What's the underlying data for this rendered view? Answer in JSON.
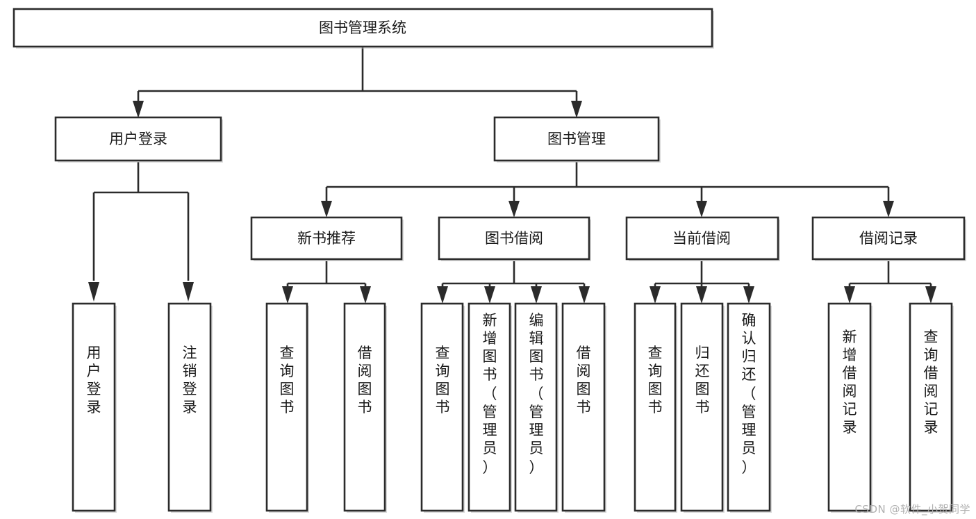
{
  "diagram": {
    "type": "tree-hierarchy",
    "orientation": "top-down",
    "root": {
      "id": "root",
      "label": "图书管理系统"
    },
    "level2": [
      {
        "id": "user-login",
        "label": "用户登录"
      },
      {
        "id": "book-management",
        "label": "图书管理"
      }
    ],
    "level3": [
      {
        "id": "new-book-recommend",
        "label": "新书推荐",
        "parent": "book-management"
      },
      {
        "id": "book-borrow",
        "label": "图书借阅",
        "parent": "book-management"
      },
      {
        "id": "current-borrow",
        "label": "当前借阅",
        "parent": "book-management"
      },
      {
        "id": "borrow-record",
        "label": "借阅记录",
        "parent": "book-management"
      }
    ],
    "leaves": [
      {
        "id": "leaf-user-login",
        "label": "用户登录",
        "parent": "user-login"
      },
      {
        "id": "leaf-logout-login",
        "label": "注销登录",
        "parent": "user-login"
      },
      {
        "id": "leaf-query-book-1",
        "label": "查询图书",
        "parent": "new-book-recommend"
      },
      {
        "id": "leaf-borrow-book-1",
        "label": "借阅图书",
        "parent": "new-book-recommend"
      },
      {
        "id": "leaf-query-book-2",
        "label": "查询图书",
        "parent": "book-borrow"
      },
      {
        "id": "leaf-add-book",
        "label": "新增图书（管理员）",
        "parent": "book-borrow"
      },
      {
        "id": "leaf-edit-book",
        "label": "编辑图书（管理员）",
        "parent": "book-borrow"
      },
      {
        "id": "leaf-borrow-book-2",
        "label": "借阅图书",
        "parent": "book-borrow"
      },
      {
        "id": "leaf-query-book-3",
        "label": "查询图书",
        "parent": "current-borrow"
      },
      {
        "id": "leaf-return-book",
        "label": "归还图书",
        "parent": "current-borrow"
      },
      {
        "id": "leaf-confirm-return",
        "label": "确认归还（管理员）",
        "parent": "current-borrow"
      },
      {
        "id": "leaf-add-record",
        "label": "新增借阅记录",
        "parent": "borrow-record"
      },
      {
        "id": "leaf-query-record",
        "label": "查询借阅记录",
        "parent": "borrow-record"
      }
    ]
  },
  "watermark": {
    "text": "CSDN @软件_小贺同学"
  },
  "colors": {
    "box_stroke": "#2b2b2b",
    "box_fill": "#ffffff",
    "text": "#1a1a1a",
    "background": "#ffffff",
    "watermark": "#b0b0b0"
  }
}
